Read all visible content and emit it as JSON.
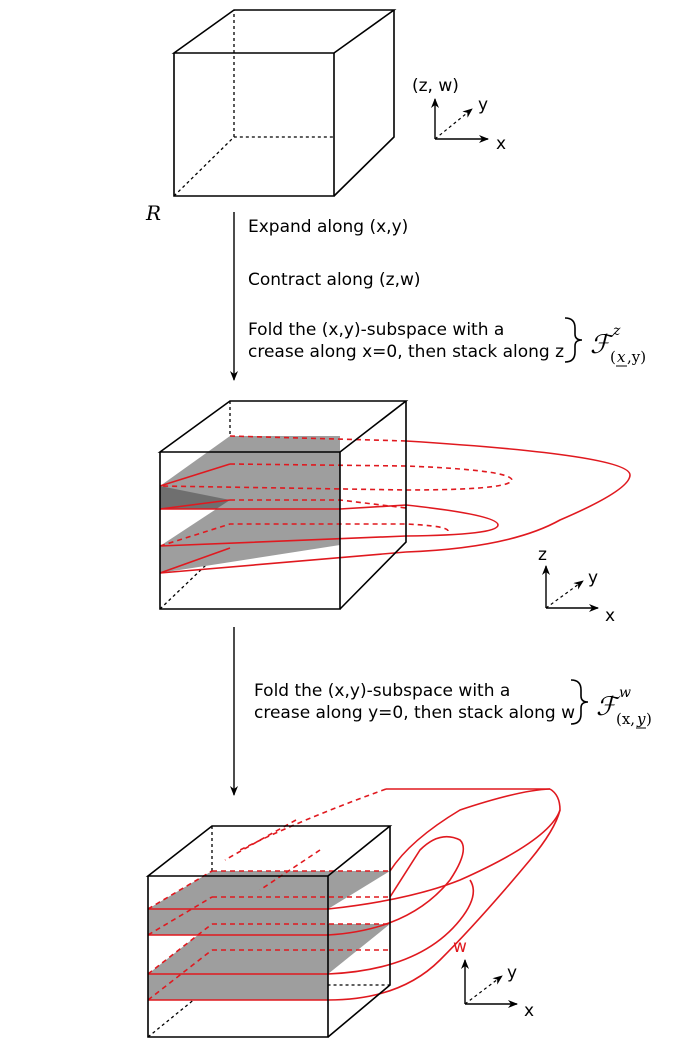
{
  "cube1": {
    "label": "R"
  },
  "axes1": {
    "vertical": "(z, w)",
    "depth": "y",
    "horizontal": "x"
  },
  "steps": {
    "expand": "Expand along (x,y)",
    "contract": "Contract along (z,w)",
    "fold1_line1": "Fold the (x,y)-subspace with a",
    "fold1_line2": "crease along x=0, then stack along z",
    "fold2_line1": "Fold the (x,y)-subspace with a",
    "fold2_line2": "crease along y=0, then stack along w"
  },
  "foliation1": {
    "symbol": "ℱ",
    "superscript": "z",
    "subscript_open": "(",
    "subscript_under": "x",
    "subscript_rest": ",y)"
  },
  "axes2": {
    "vertical": "z",
    "depth": "y",
    "horizontal": "x"
  },
  "foliation2": {
    "symbol": "ℱ",
    "superscript": "w",
    "subscript_open": "(x,",
    "subscript_under": "y",
    "subscript_rest": ")"
  },
  "axes3": {
    "vertical": "w",
    "depth": "y",
    "horizontal": "x",
    "vertical_color": "#e0191f"
  },
  "colors": {
    "fold_curve": "#e0191f",
    "sheet": "#9e9e9e"
  }
}
